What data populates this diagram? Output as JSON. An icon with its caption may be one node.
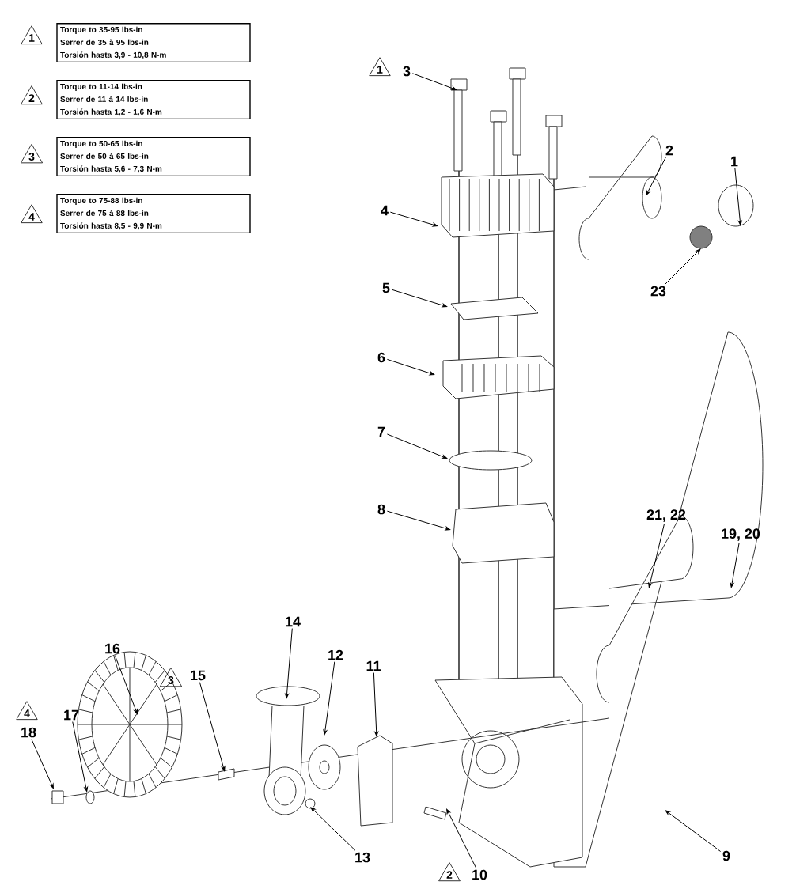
{
  "diagram": {
    "nodes": [
      {
        "text": [
          "1"
        ]
      },
      {
        "text": [
          "2"
        ]
      },
      {
        "text": [
          "3"
        ]
      },
      {
        "text": [
          "4"
        ]
      },
      {
        "text": [
          "Torque to 35-95 lbs-in",
          "Serrer de 35 à 95 lbs-in",
          "Torsión hasta 3,9 - 10,8 N-m"
        ]
      },
      {
        "text": [
          "Torque to 11-14 lbs-in",
          "Serrer de 11 à 14 lbs-in",
          "Torsión hasta 1,2 - 1,6 N-m"
        ]
      },
      {
        "text": [
          "Torque to 50-65 lbs-in",
          "Serrer de 50 à 65 lbs-in",
          "Torsión hasta 5,6 - 7,3 N-m"
        ]
      },
      {
        "text": [
          "Torque to 75-88 lbs-in",
          "Serrer de 75 à 88 lbs-in",
          "Torsión hasta 8,5 - 9,9 N-m"
        ]
      },
      {
        "text": [
          "1"
        ]
      },
      {
        "text": [
          "3"
        ]
      },
      {
        "text": [
          "2"
        ]
      },
      {
        "text": [
          "1"
        ]
      },
      {
        "text": [
          "4"
        ]
      },
      {
        "text": [
          "23"
        ]
      },
      {
        "text": [
          "5"
        ]
      },
      {
        "text": [
          "6"
        ]
      },
      {
        "text": [
          "7"
        ]
      },
      {
        "text": [
          "8"
        ]
      },
      {
        "text": [
          "21, 22"
        ]
      },
      {
        "text": [
          "19, 20"
        ]
      },
      {
        "text": [
          "14"
        ]
      },
      {
        "text": [
          "16"
        ]
      },
      {
        "text": [
          "3"
        ]
      },
      {
        "text": [
          "15"
        ]
      },
      {
        "text": [
          "12"
        ]
      },
      {
        "text": [
          "11"
        ]
      },
      {
        "text": [
          "4"
        ]
      },
      {
        "text": [
          "18"
        ]
      },
      {
        "text": [
          "17"
        ]
      },
      {
        "text": [
          "13"
        ]
      },
      {
        "text": [
          "2"
        ]
      },
      {
        "text": [
          "10"
        ]
      },
      {
        "text": [
          "9"
        ]
      }
    ],
    "edges": [
      {
        "from": 9,
        "to": null,
        "arrow": "to"
      },
      {
        "from": 10,
        "to": null,
        "arrow": "to"
      },
      {
        "from": 11,
        "to": null,
        "arrow": "to"
      },
      {
        "from": 12,
        "to": null,
        "arrow": "to"
      },
      {
        "from": 13,
        "to": null,
        "arrow": "to"
      },
      {
        "from": 14,
        "to": null,
        "arrow": "to"
      },
      {
        "from": 15,
        "to": null,
        "arrow": "to"
      },
      {
        "from": 16,
        "to": null,
        "arrow": "to"
      },
      {
        "from": 17,
        "to": null,
        "arrow": "to"
      },
      {
        "from": 18,
        "to": null,
        "arrow": "to"
      },
      {
        "from": 19,
        "to": null,
        "arrow": "to"
      },
      {
        "from": 20,
        "to": null,
        "arrow": "to"
      },
      {
        "from": 21,
        "to": null,
        "arrow": "to"
      },
      {
        "from": 23,
        "to": null,
        "arrow": "to"
      },
      {
        "from": 24,
        "to": null,
        "arrow": "to"
      },
      {
        "from": 25,
        "to": null,
        "arrow": "to"
      },
      {
        "from": 27,
        "to": null,
        "arrow": "to"
      },
      {
        "from": 28,
        "to": null,
        "arrow": "to"
      },
      {
        "from": 29,
        "to": null,
        "arrow": "to"
      },
      {
        "from": 31,
        "to": null,
        "arrow": "to"
      },
      {
        "from": 32,
        "to": null,
        "arrow": "to"
      }
    ]
  }
}
